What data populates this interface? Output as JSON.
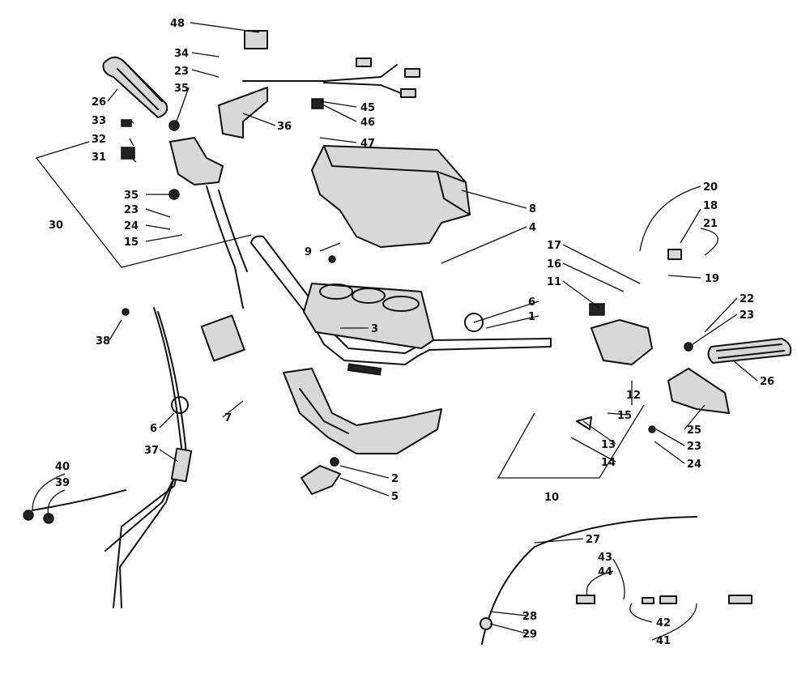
{
  "diagram": {
    "callouts": {
      "c1": "1",
      "c2": "2",
      "c3": "3",
      "c4": "4",
      "c5": "5",
      "c6a": "6",
      "c6b": "6",
      "c7": "7",
      "c8": "8",
      "c9": "9",
      "c10": "10",
      "c11": "11",
      "c12": "12",
      "c13": "13",
      "c14": "14",
      "c15a": "15",
      "c15b": "15",
      "c16": "16",
      "c17": "17",
      "c18": "18",
      "c19": "19",
      "c20": "20",
      "c21": "21",
      "c22": "22",
      "c23a": "23",
      "c23b": "23",
      "c23c": "23",
      "c23d": "23",
      "c24a": "24",
      "c24b": "24",
      "c25": "25",
      "c26a": "26",
      "c26b": "26",
      "c27": "27",
      "c28": "28",
      "c29": "29",
      "c30": "30",
      "c31": "31",
      "c32": "32",
      "c33": "33",
      "c34": "34",
      "c35a": "35",
      "c35b": "35",
      "c36": "36",
      "c37": "37",
      "c38": "38",
      "c39": "39",
      "c40": "40",
      "c41": "41",
      "c42": "42",
      "c43": "43",
      "c44": "44",
      "c45": "45",
      "c46": "46",
      "c47": "47",
      "c48": "48"
    }
  }
}
